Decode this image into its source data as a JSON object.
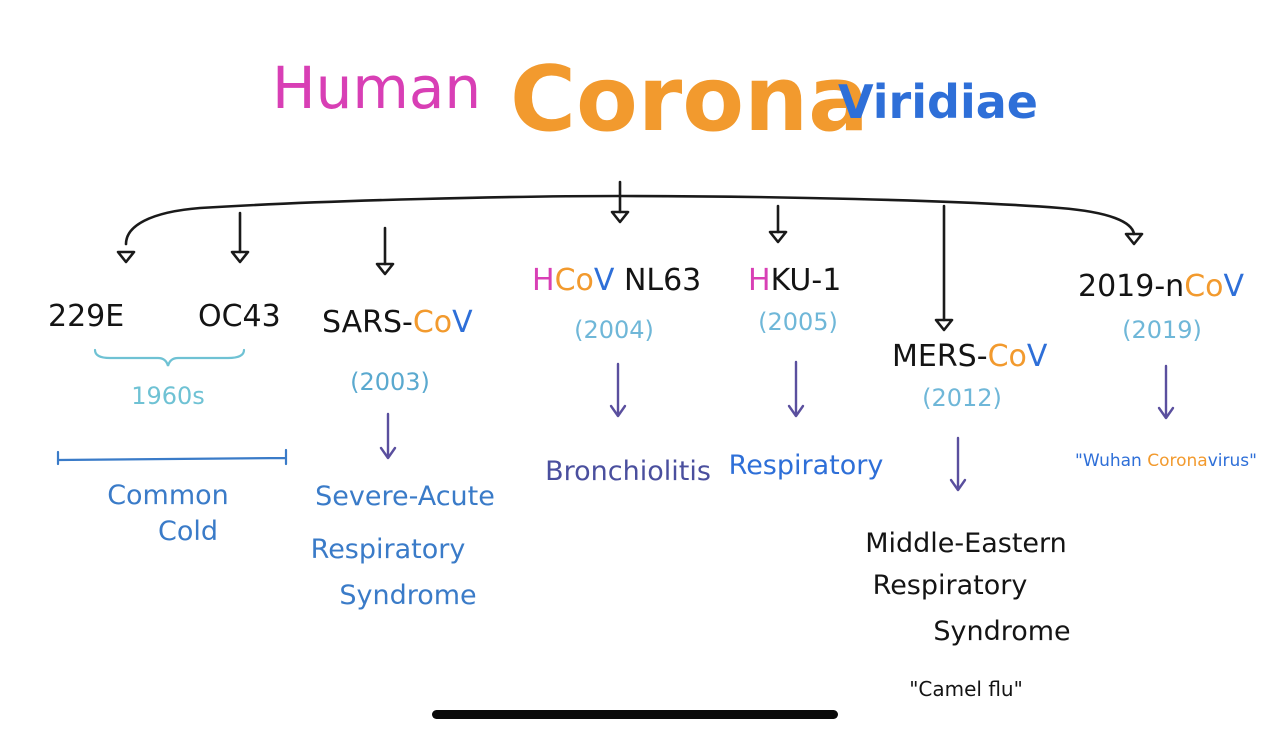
{
  "title": {
    "human": "Human",
    "corona": "Corona",
    "viridiae": "Viridiae"
  },
  "colors": {
    "magenta": "#d83fb5",
    "orange": "#f29a2e",
    "blue": "#2e6fd8",
    "teal": "#6fc2d4",
    "indigo": "#4a4f9e",
    "black": "#141414"
  },
  "viruses": {
    "e229": {
      "name": "229E"
    },
    "oc43": {
      "name": "OC43"
    },
    "group_1960s": {
      "year": "1960s",
      "disease_line1": "Common",
      "disease_line2": "Cold"
    },
    "sars": {
      "name_prefix": "SARS-",
      "name_co": "Co",
      "name_v": "V",
      "year": "(2003)",
      "disease_line1": "Severe-Acute",
      "disease_line2": "Respiratory",
      "disease_line3": "Syndrome"
    },
    "nl63": {
      "name_h": "H",
      "name_co": "Co",
      "name_v": "V",
      "name_suffix": " NL63",
      "year": "(2004)",
      "disease": "Bronchiolitis"
    },
    "hku1": {
      "name_h": "H",
      "name_rest": "KU-1",
      "year": "(2005)",
      "disease": "Respiratory"
    },
    "mers": {
      "name_prefix": "MERS-",
      "name_co": "Co",
      "name_v": "V",
      "year": "(2012)",
      "disease_line1": "Middle-Eastern",
      "disease_line2": "Respiratory",
      "disease_line3": "Syndrome",
      "note": "\"Camel flu\""
    },
    "ncov": {
      "name_prefix": "2019-n",
      "name_co": "Co",
      "name_v": "V",
      "year": "(2019)",
      "note_open": "\"Wuhan ",
      "note_corona": "Corona",
      "note_close": "virus\""
    }
  }
}
